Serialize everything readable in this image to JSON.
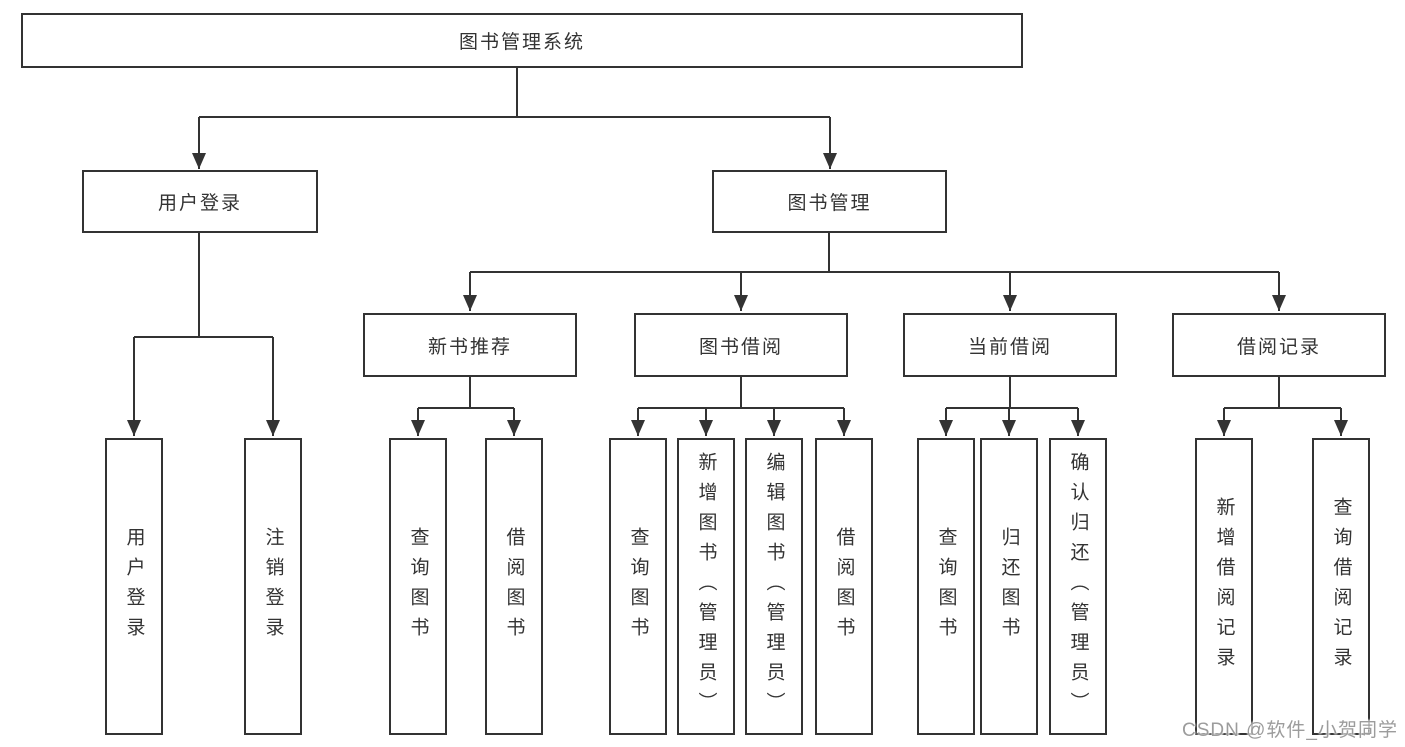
{
  "diagram": {
    "root": {
      "label": "图书管理系统"
    },
    "branches": [
      {
        "label": "用户登录",
        "children": [
          {
            "label": "用户登录"
          },
          {
            "label": "注销登录"
          }
        ]
      },
      {
        "label": "图书管理",
        "children": [
          {
            "label": "新书推荐",
            "children": [
              {
                "label": "查询图书"
              },
              {
                "label": "借阅图书"
              }
            ]
          },
          {
            "label": "图书借阅",
            "children": [
              {
                "label": "查询图书"
              },
              {
                "label": "新增图书（管理员）"
              },
              {
                "label": "编辑图书（管理员）"
              },
              {
                "label": "借阅图书"
              }
            ]
          },
          {
            "label": "当前借阅",
            "children": [
              {
                "label": "查询图书"
              },
              {
                "label": "归还图书"
              },
              {
                "label": "确认归还（管理员）"
              }
            ]
          },
          {
            "label": "借阅记录",
            "children": [
              {
                "label": "新增借阅记录"
              },
              {
                "label": "查询借阅记录"
              }
            ]
          }
        ]
      }
    ],
    "watermark": "CSDN @软件_小贺同学",
    "colors": {
      "line": "#333333",
      "text": "#333333",
      "watermark": "#9c9c9c",
      "background": "#ffffff"
    }
  }
}
